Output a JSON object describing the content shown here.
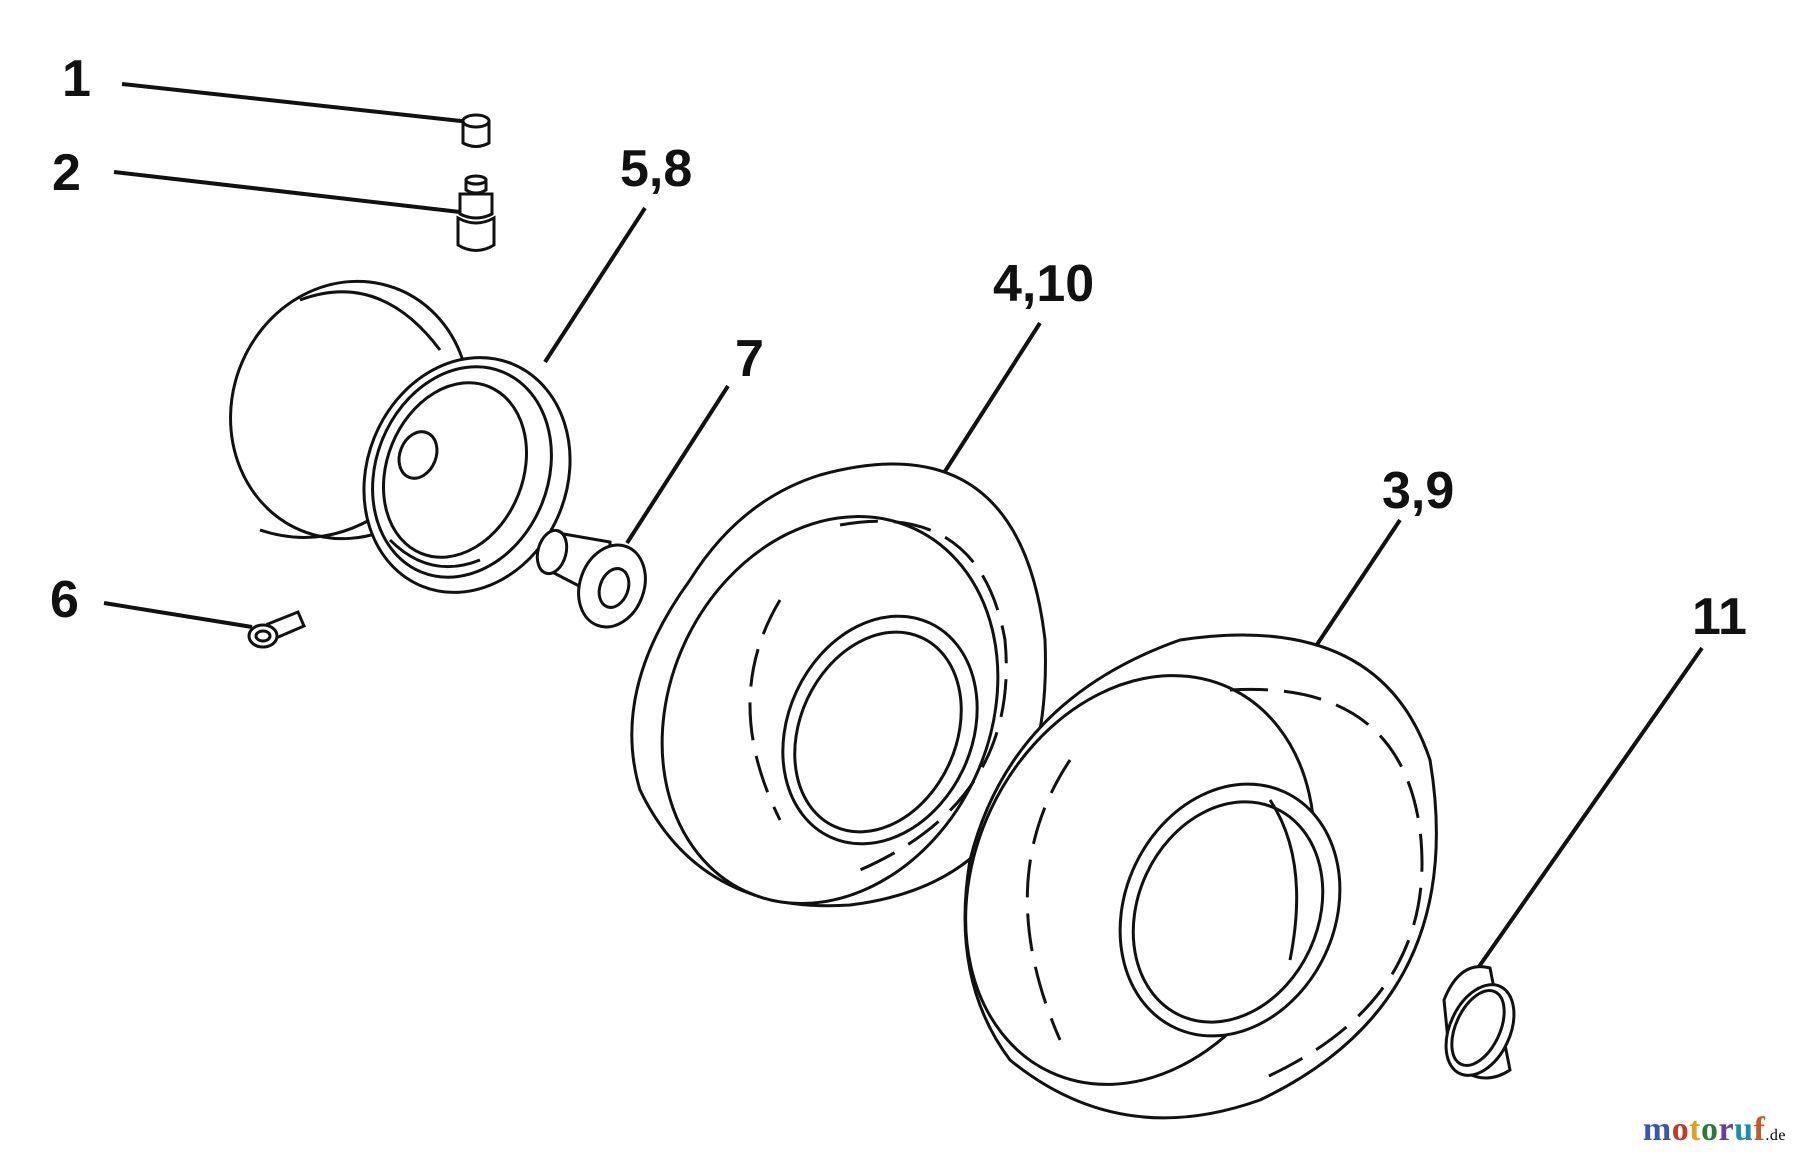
{
  "diagram": {
    "callouts": {
      "c1": "1",
      "c2": "2",
      "c5_8": "5,8",
      "c4_10": "4,10",
      "c7": "7",
      "c3_9": "3,9",
      "c6": "6",
      "c11": "11"
    }
  },
  "watermark": {
    "text": "motoruf",
    "suffix": ".de",
    "colors": [
      "#3a58a8",
      "#c0392b",
      "#e0a020",
      "#2f7a3a",
      "#6a3d9a",
      "#1f8fb0",
      "#c05a2b"
    ]
  }
}
